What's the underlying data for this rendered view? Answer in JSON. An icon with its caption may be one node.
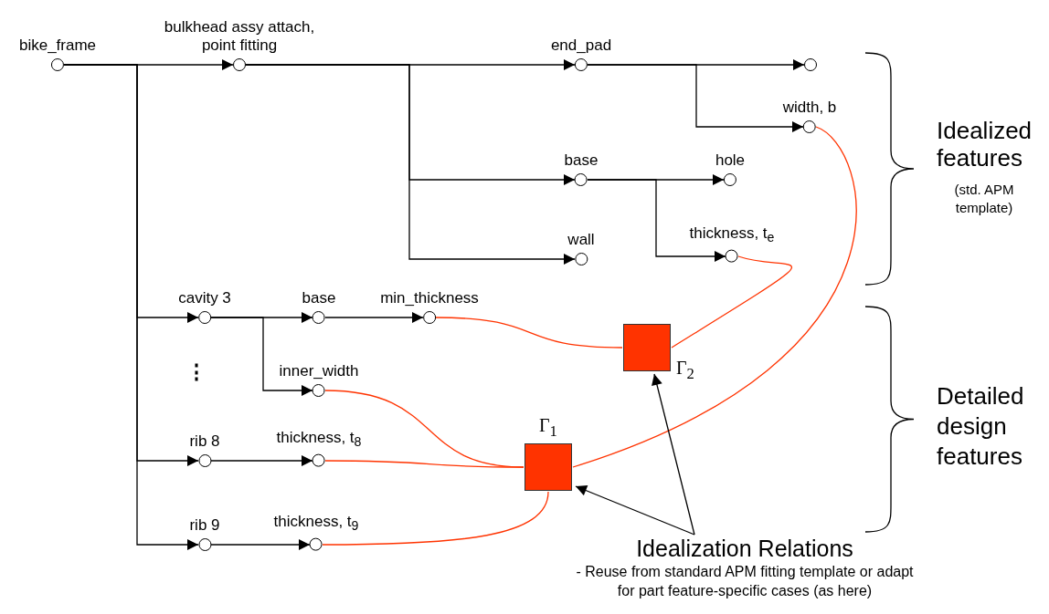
{
  "diagram": {
    "nodes": [
      {
        "text": [
          "bike_frame"
        ]
      },
      {
        "text": [
          "bulkhead assy attach, point fitting"
        ]
      },
      {
        "text": [
          "end_pad"
        ]
      },
      {
        "text": [],
        "shape": "circle"
      },
      {
        "text": [
          "width, b"
        ]
      },
      {
        "text": [
          "base"
        ]
      },
      {
        "text": [
          "hole"
        ]
      },
      {
        "text": [
          "wall"
        ]
      },
      {
        "text": [
          "thickness, t$_{e}$"
        ]
      },
      {
        "text": [
          "cavity 3"
        ]
      },
      {
        "text": [
          "base"
        ]
      },
      {
        "text": [
          "min_thickness"
        ]
      },
      {
        "text": [
          "inner_width"
        ]
      },
      {
        "text": [
          "rib 8"
        ]
      },
      {
        "text": [
          "thickness, t$_{8}$"
        ]
      },
      {
        "text": [
          "rib 9"
        ]
      },
      {
        "text": [
          "thickness, t$_{9}$"
        ]
      },
      {
        "text": [],
        "shape": "box",
        "beside": [
          "Γ$_{2}$"
        ]
      },
      {
        "text": [],
        "shape": "box",
        "beside": [
          "Γ$_{1}$"
        ]
      },
      {
        "text": [
          "Idealization Relations",
          "- Reuse from standard APM fitting template or adapt for part feature-specific cases (as here)"
        ]
      }
    ],
    "edges": [
      {
        "from": 0,
        "to": 1,
        "arrow": "to"
      },
      {
        "from": 0,
        "to": 9,
        "arrow": "to"
      },
      {
        "from": 0,
        "to": 13,
        "arrow": "to"
      },
      {
        "from": 0,
        "to": 15,
        "arrow": "to"
      },
      {
        "from": 1,
        "to": 2,
        "arrow": "to"
      },
      {
        "from": 1,
        "to": 5,
        "arrow": "to"
      },
      {
        "from": 1,
        "to": 7,
        "arrow": "to"
      },
      {
        "from": 2,
        "to": 3,
        "arrow": "to"
      },
      {
        "from": 2,
        "to": 4,
        "arrow": "to"
      },
      {
        "from": 5,
        "to": 6,
        "arrow": "to"
      },
      {
        "from": 5,
        "to": 8,
        "arrow": "to"
      },
      {
        "from": 9,
        "to": 10,
        "arrow": "to"
      },
      {
        "from": 9,
        "to": 12,
        "arrow": "to"
      },
      {
        "from": 10,
        "to": 11,
        "arrow": "to"
      },
      {
        "from": 13,
        "to": 14,
        "arrow": "to"
      },
      {
        "from": 15,
        "to": 16,
        "arrow": "to"
      },
      {
        "from": 11,
        "to": 17,
        "arrow": "none",
        "color": "#ff3300"
      },
      {
        "from": 8,
        "to": 17,
        "arrow": "none",
        "color": "#ff3300"
      },
      {
        "from": 12,
        "to": 18,
        "arrow": "none",
        "color": "#ff3300"
      },
      {
        "from": 14,
        "to": 18,
        "arrow": "none",
        "color": "#ff3300"
      },
      {
        "from": 16,
        "to": 18,
        "arrow": "none",
        "color": "#ff3300"
      },
      {
        "from": 4,
        "to": 18,
        "arrow": "none",
        "color": "#ff3300"
      },
      {
        "from": 19,
        "to": 17,
        "arrow": "to"
      },
      {
        "from": 19,
        "to": 18,
        "arrow": "to"
      }
    ],
    "labels": [
      "Idealized features",
      "(std. APM template)",
      "⋮",
      "Detailed design features"
    ]
  }
}
